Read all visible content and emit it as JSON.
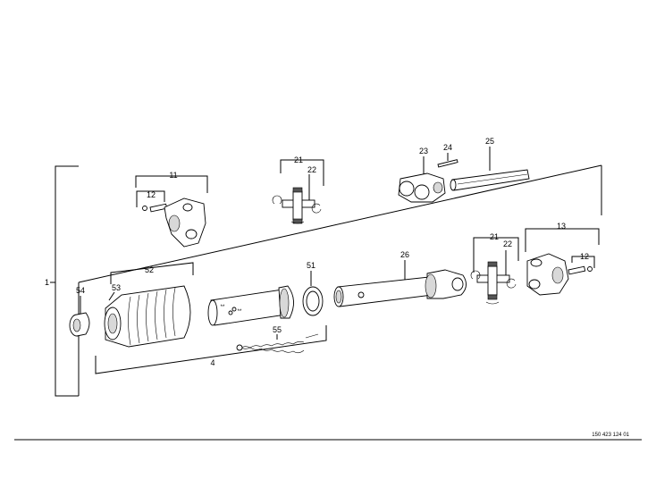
{
  "callouts": {
    "c1": "1",
    "c4": "4",
    "c11": "11",
    "c12a": "12",
    "c12b": "12",
    "c13": "13",
    "c21a": "21",
    "c21b": "21",
    "c22a": "22",
    "c22b": "22",
    "c23": "23",
    "c24": "24",
    "c25": "25",
    "c26": "26",
    "c51": "51",
    "c52": "52",
    "c53": "53",
    "c54": "54",
    "c55": "55"
  },
  "marks": {
    "star_a": "**",
    "star_b": "**"
  },
  "reference_number": "150 423 124 01"
}
